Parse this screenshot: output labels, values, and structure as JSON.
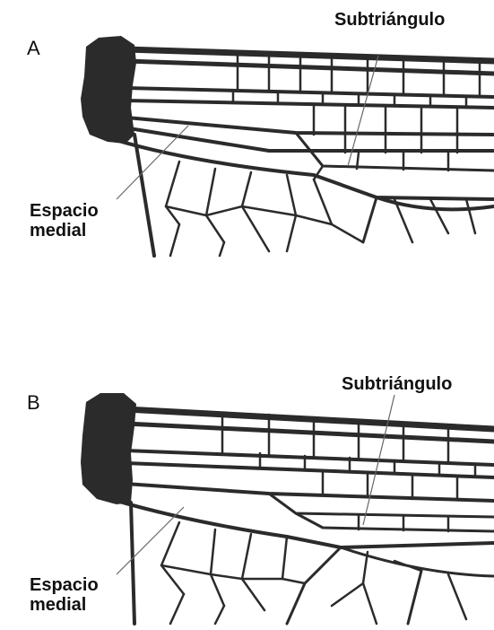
{
  "panels": [
    {
      "letter": "A",
      "subtriangle_label": "Subtriángulo",
      "medial_label_line1": "Espacio",
      "medial_label_line2": "medial"
    },
    {
      "letter": "B",
      "subtriangle_label": "Subtriángulo",
      "medial_label_line1": "Espacio",
      "medial_label_line2": "medial"
    }
  ],
  "colors": {
    "vein": "#2b2b2b",
    "background": "#ffffff",
    "text": "#111111"
  }
}
